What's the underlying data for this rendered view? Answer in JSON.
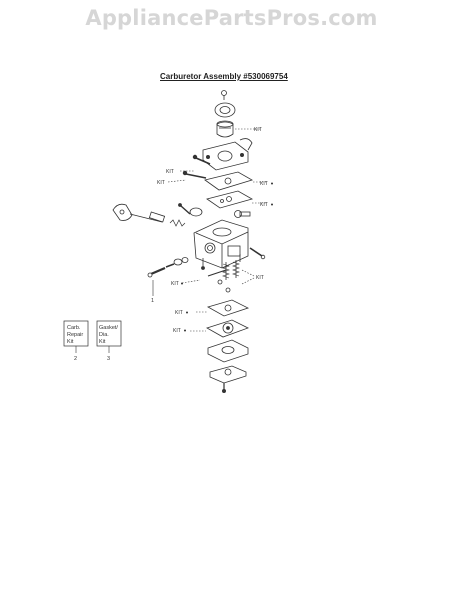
{
  "watermark": "AppliancePartsPros.com",
  "title": "Carburetor Assembly  #530069754",
  "callouts": {
    "kit_1": "KIT",
    "kit_2": "KIT",
    "kit_3": "KIT",
    "kit_4": "KIT",
    "kit_5": "KIT",
    "kit_6": "KIT",
    "kit_7": "KIT",
    "kit_8": "KIT",
    "kit_9": "KIT",
    "ref_1": "1"
  },
  "legend": {
    "carb_kit": {
      "line1": "Carb.",
      "line2": "Repair",
      "line3": "Kit",
      "number": "2"
    },
    "gasket_kit": {
      "line1": "Gasket/",
      "line2": "Dia.",
      "line3": "Kit",
      "number": "3"
    }
  }
}
